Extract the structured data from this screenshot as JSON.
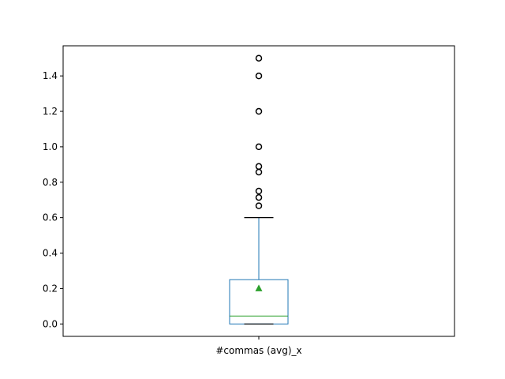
{
  "chart_data": {
    "type": "box",
    "title": "",
    "xlabel": "",
    "ylabel": "",
    "ylim": [
      -0.07,
      1.57
    ],
    "yticks": [
      0.0,
      0.2,
      0.4,
      0.6,
      0.8,
      1.0,
      1.2,
      1.4
    ],
    "ytick_labels": [
      "0.0",
      "0.2",
      "0.4",
      "0.6",
      "0.8",
      "1.0",
      "1.2",
      "1.4"
    ],
    "categories": [
      "#commas (avg)_x"
    ],
    "boxes": [
      {
        "label": "#commas (avg)_x",
        "whisker_low": 0.0,
        "q1": 0.0,
        "median": 0.045,
        "q3": 0.25,
        "whisker_high": 0.6,
        "mean": 0.2,
        "outliers": [
          0.667,
          0.714,
          0.75,
          0.857,
          0.889,
          1.0,
          1.2,
          1.4,
          1.5
        ]
      }
    ],
    "grid": false,
    "colors": {
      "box": "#1f77b4",
      "median": "#2ca02c",
      "mean": "#2ca02c",
      "whisker_cap": "#000000",
      "outlier": "#000000"
    }
  }
}
